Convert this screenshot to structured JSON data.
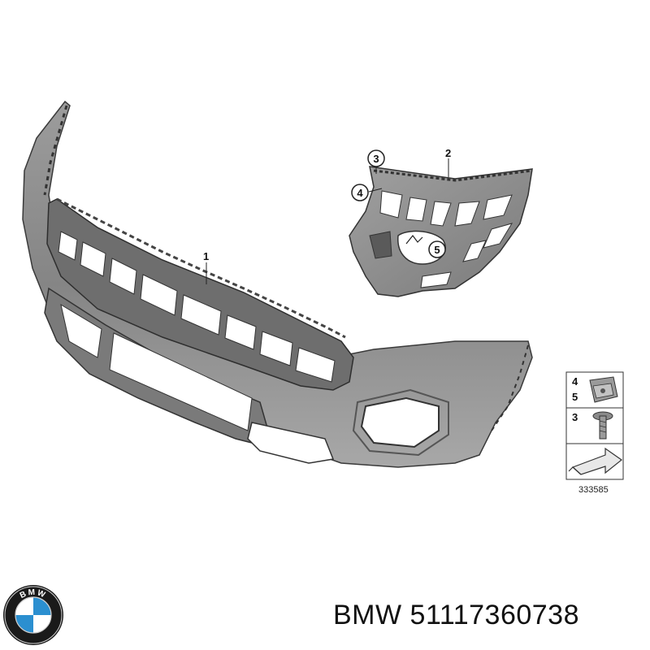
{
  "callouts": {
    "c1": "1",
    "c2": "2",
    "c3": "3",
    "c4": "4",
    "c5": "5"
  },
  "legend": {
    "row1_a": "4",
    "row1_b": "5",
    "row2": "3"
  },
  "reference_number": "333585",
  "brand": {
    "name": "BMW",
    "part_number": "51117360738",
    "logo_letters": "BMW",
    "colors": {
      "ring": "#1a1a1a",
      "blue": "#2b8fd0",
      "white": "#ffffff"
    }
  },
  "colors": {
    "part_gray": "#8a8a8a",
    "part_dark": "#4d4d4d",
    "part_light": "#b8b8b8"
  }
}
